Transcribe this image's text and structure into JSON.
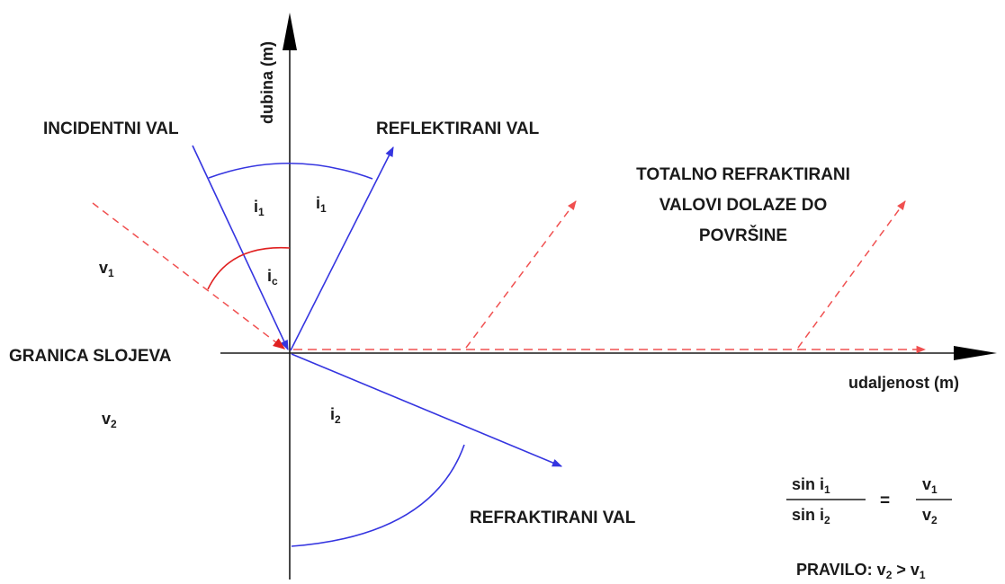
{
  "axes": {
    "vertical_label": "dubina (m)",
    "horizontal_label": "udaljenost (m)"
  },
  "labels": {
    "incident": "INCIDENTNI VAL",
    "reflected": "REFLEKTIRANI VAL",
    "refracted": "REFRAKTIRANI VAL",
    "boundary": "GRANICA SLOJEVA",
    "total_line1": "TOTALNO REFRAKTIRANI",
    "total_line2": "VALOVI DOLAZE DO",
    "total_line3": "POVRŠINE"
  },
  "angles": {
    "i1_left": {
      "base": "i",
      "sub": "1"
    },
    "i1_right": {
      "base": "i",
      "sub": "1"
    },
    "ic": {
      "base": "i",
      "sub": "c"
    },
    "i2": {
      "base": "i",
      "sub": "2"
    }
  },
  "layers": {
    "v1": {
      "base": "v",
      "sub": "1"
    },
    "v2": {
      "base": "v",
      "sub": "2"
    }
  },
  "formula": {
    "num_left": {
      "base": "sin i",
      "sub": "1"
    },
    "den_left": {
      "base": "sin i",
      "sub": "2"
    },
    "equals": "=",
    "num_right": {
      "base": "v",
      "sub": "1"
    },
    "den_right": {
      "base": "v",
      "sub": "2"
    }
  },
  "rule": {
    "prefix": "PRAVILO: ",
    "a": {
      "base": "v",
      "sub": "2"
    },
    "op": " > ",
    "b": {
      "base": "v",
      "sub": "1"
    }
  },
  "colors": {
    "axis": "#1a1a1a",
    "ray": "#3535e0",
    "dashed": "#f05050",
    "arc_red": "#e02020",
    "arc_blue": "#3535e0"
  }
}
